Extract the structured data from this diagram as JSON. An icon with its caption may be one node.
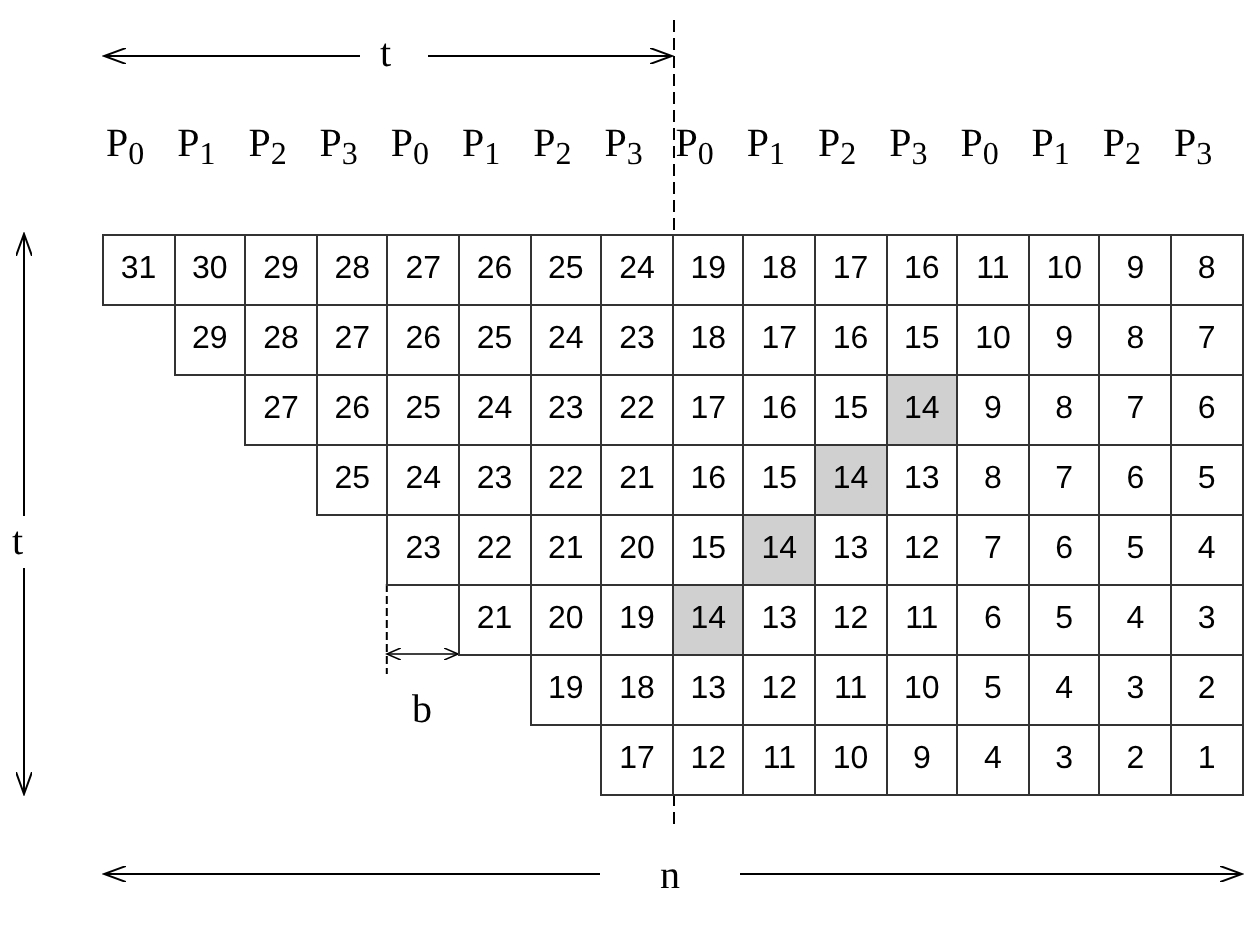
{
  "diagram": {
    "labels": [
      "t",
      "P$_{0}$",
      "P$_{1}$",
      "P$_{2}$",
      "P$_{3}$",
      "P$_{0}$",
      "P$_{1}$",
      "P$_{2}$",
      "P$_{3}$",
      "P$_{0}$",
      "P$_{1}$",
      "P$_{2}$",
      "P$_{3}$",
      "P$_{0}$",
      "P$_{1}$",
      "P$_{2}$",
      "P$_{3}$",
      "31",
      "30",
      "29",
      "28",
      "27",
      "26",
      "25",
      "24",
      "19",
      "18",
      "17",
      "16",
      "11",
      "10",
      "9",
      "8",
      "29",
      "28",
      "27",
      "26",
      "25",
      "24",
      "23",
      "18",
      "17",
      "16",
      "15",
      "10",
      "9",
      "8",
      "7",
      "27",
      "26",
      "25",
      "24",
      "23",
      "22",
      "17",
      "16",
      "15",
      "14",
      "9",
      "8",
      "7",
      "6",
      "25",
      "24",
      "23",
      "22",
      "21",
      "16",
      "15",
      "14",
      "13",
      "8",
      "7",
      "6",
      "5",
      "23",
      "22",
      "21",
      "20",
      "15",
      "14",
      "13",
      "12",
      "7",
      "6",
      "5",
      "4",
      "21",
      "20",
      "19",
      "14",
      "13",
      "12",
      "11",
      "6",
      "5",
      "4",
      "3",
      "19",
      "18",
      "13",
      "12",
      "11",
      "10",
      "5",
      "4",
      "3",
      "2",
      "17",
      "12",
      "11",
      "10",
      "9",
      "4",
      "3",
      "2",
      "1",
      "t",
      "b",
      "n"
    ]
  }
}
